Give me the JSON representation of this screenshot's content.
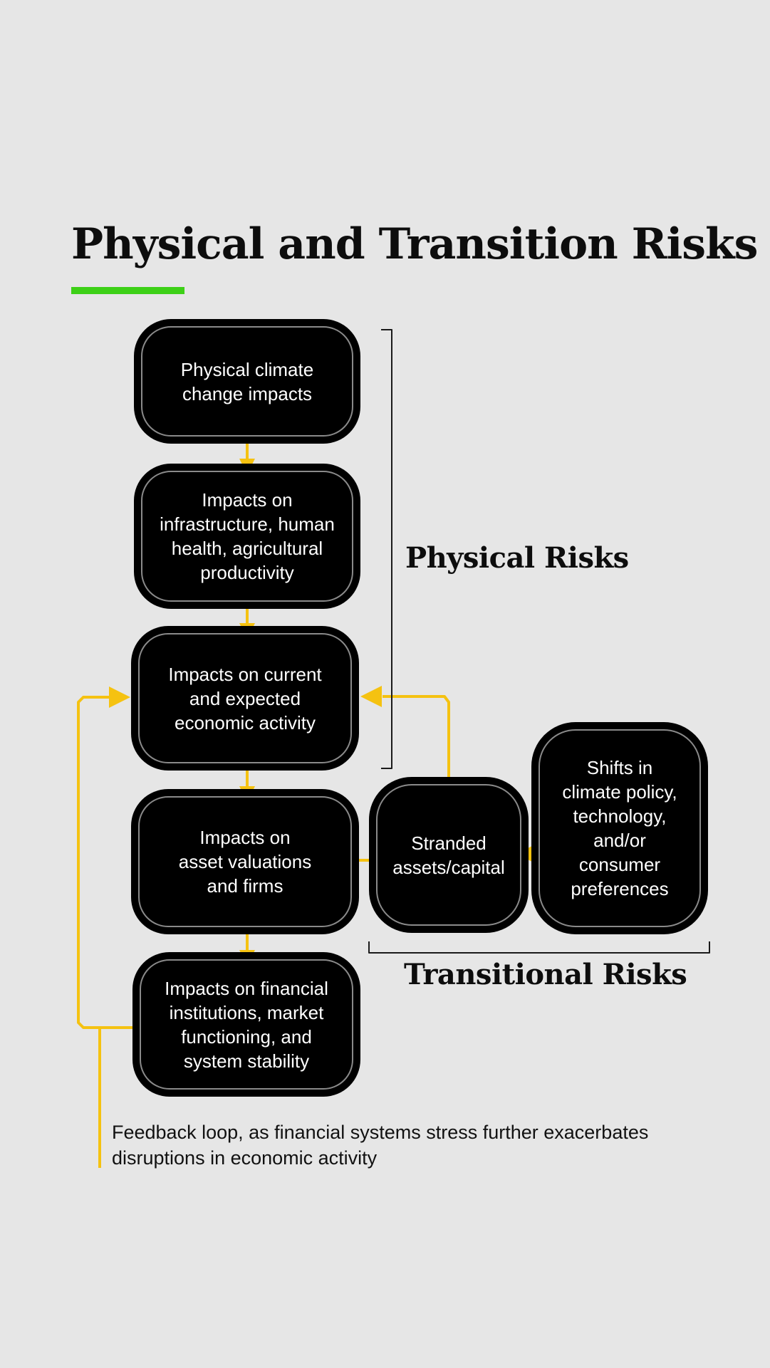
{
  "title": "Physical and Transition Risks",
  "colors": {
    "background": "#e6e6e6",
    "title_underline": "#3dd017",
    "arrow": "#f5c211",
    "node_fill": "#000000",
    "node_text": "#ffffff"
  },
  "nodes": [
    {
      "id": "physical-climate-change-impacts",
      "label": "Physical climate\nchange impacts"
    },
    {
      "id": "impacts-on-infrastructure",
      "label": "Impacts on\ninfrastructure, human\nhealth, agricultural\nproductivity"
    },
    {
      "id": "impacts-on-economic-activity",
      "label": "Impacts on current\nand expected\neconomic activity"
    },
    {
      "id": "impacts-on-asset-valuations",
      "label": "Impacts on\nasset valuations\nand firms"
    },
    {
      "id": "impacts-on-financial-institutions",
      "label": "Impacts on financial\ninstitutions, market\nfunctioning, and\nsystem stability"
    },
    {
      "id": "stranded-assets",
      "label": "Stranded\nassets/capital"
    },
    {
      "id": "shifts-in-climate-policy",
      "label": "Shifts in\nclimate policy,\ntechnology,\nand/or\nconsumer\npreferences"
    }
  ],
  "edges": [
    {
      "from": "physical-climate-change-impacts",
      "to": "impacts-on-infrastructure"
    },
    {
      "from": "impacts-on-infrastructure",
      "to": "impacts-on-economic-activity"
    },
    {
      "from": "impacts-on-economic-activity",
      "to": "impacts-on-asset-valuations"
    },
    {
      "from": "impacts-on-asset-valuations",
      "to": "impacts-on-financial-institutions"
    },
    {
      "from": "shifts-in-climate-policy",
      "to": "stranded-assets"
    },
    {
      "from": "stranded-assets",
      "to": "impacts-on-asset-valuations"
    },
    {
      "from": "stranded-assets",
      "to": "impacts-on-economic-activity"
    },
    {
      "from": "impacts-on-financial-institutions",
      "to": "impacts-on-economic-activity"
    }
  ],
  "groups": {
    "physical": "Physical Risks",
    "transitional": "Transitional Risks"
  },
  "caption": "Feedback loop, as financial systems stress further exacerbates disruptions in economic activity"
}
